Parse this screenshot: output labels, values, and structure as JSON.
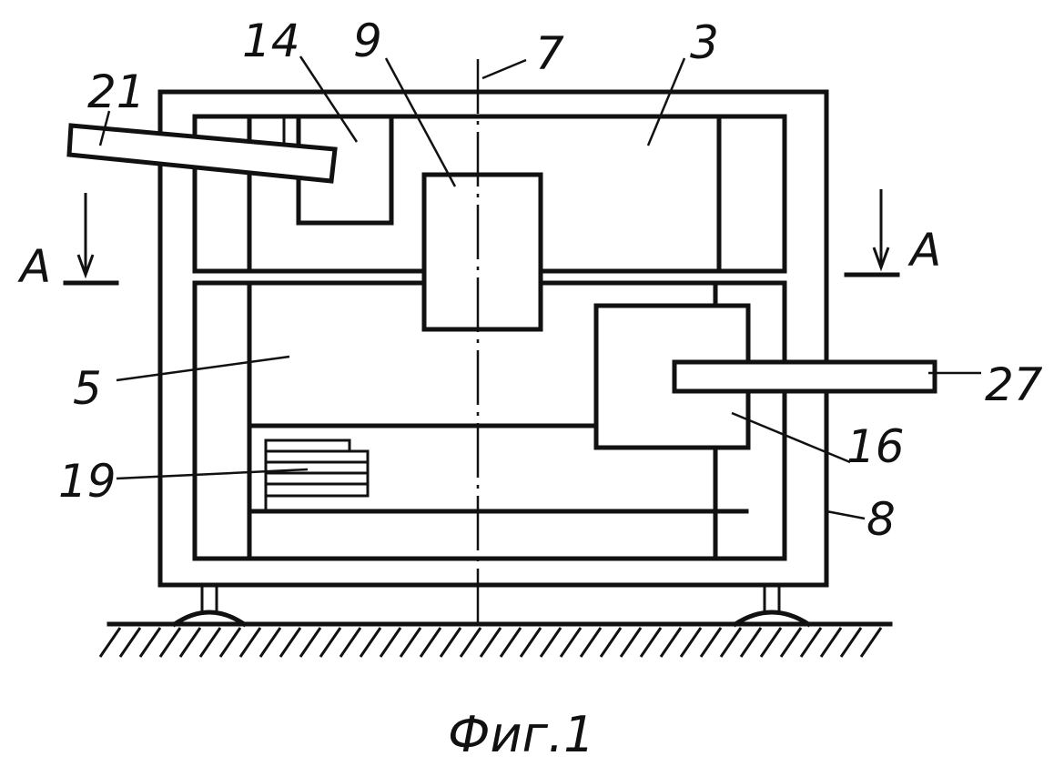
{
  "figure": {
    "caption": "Фиг.1",
    "section_mark": "A",
    "labels": {
      "l21": "21",
      "l14": "14",
      "l9": "9",
      "l7": "7",
      "l3": "3",
      "l5": "5",
      "l27": "27",
      "l16": "16",
      "l19": "19",
      "l8": "8"
    }
  }
}
